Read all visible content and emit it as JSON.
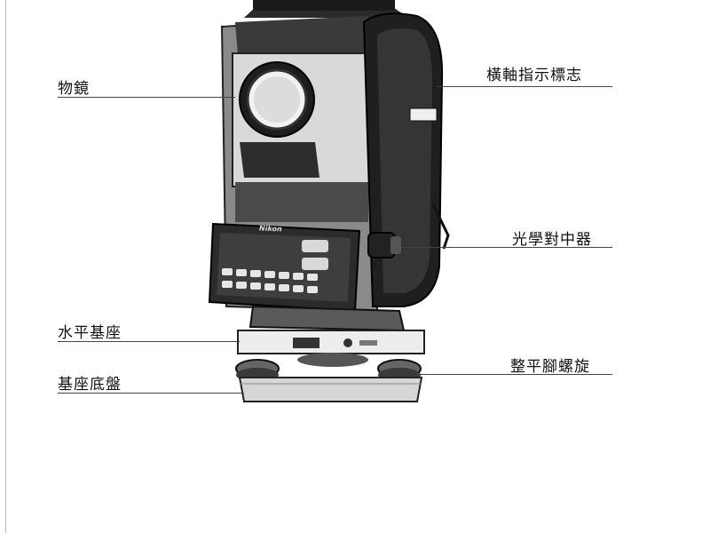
{
  "labels": {
    "objective_lens": "物鏡",
    "horizontal_axis_mark": "橫軸指示標志",
    "optical_plummet": "光學對中器",
    "horizontal_base": "水平基座",
    "leveling_screw": "整平腳螺旋",
    "base_plate": "基座底盤"
  },
  "instrument": {
    "brand": "Nikon"
  }
}
